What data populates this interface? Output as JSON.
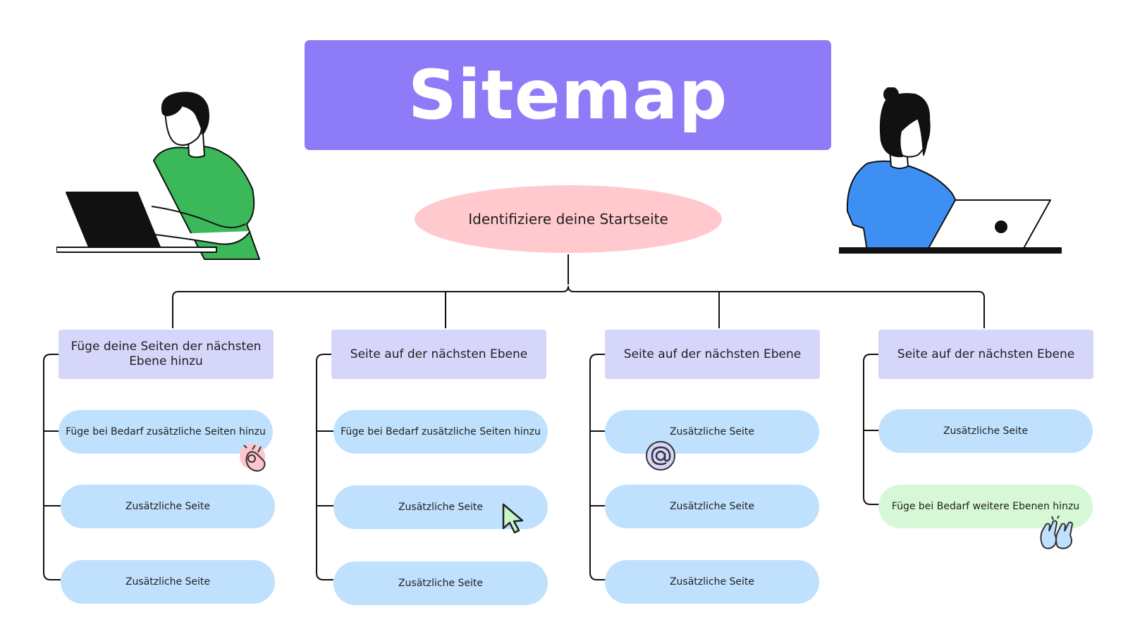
{
  "title": "Sitemap",
  "home": "Identifiziere deine Startseite",
  "columns": [
    {
      "header": "Füge deine Seiten der nächsten Ebene hinzu",
      "items": [
        "Füge bei Bedarf zusätzliche Seiten hinzu",
        "Zusätzliche Seite",
        "Zusätzliche Seite"
      ]
    },
    {
      "header": "Seite auf der nächsten Ebene",
      "items": [
        "Füge bei Bedarf zusätzliche Seiten hinzu",
        "Zusätzliche Seite",
        "Zusätzliche Seite"
      ]
    },
    {
      "header": "Seite auf der nächsten Ebene",
      "items": [
        "Zusätzliche Seite",
        "Zusätzliche Seite",
        "Zusätzliche Seite"
      ]
    },
    {
      "header": "Seite auf der nächsten Ebene",
      "items": [
        "Zusätzliche Seite",
        "Füge bei Bedarf weitere Ebenen hinzu"
      ]
    }
  ],
  "colors": {
    "title_bg": "#8d7bf7",
    "home_bg": "#ffc9ce",
    "header_bg": "#d6d6fb",
    "item_bg": "#bfe1fd",
    "extra_level_bg": "#d6f8d6"
  },
  "icons": [
    "man-with-laptop-illustration",
    "woman-with-laptop-illustration",
    "ok-hand-sticker-icon",
    "at-sign-sticker-icon",
    "cursor-arrow-sticker-icon",
    "high-five-sticker-icon"
  ]
}
